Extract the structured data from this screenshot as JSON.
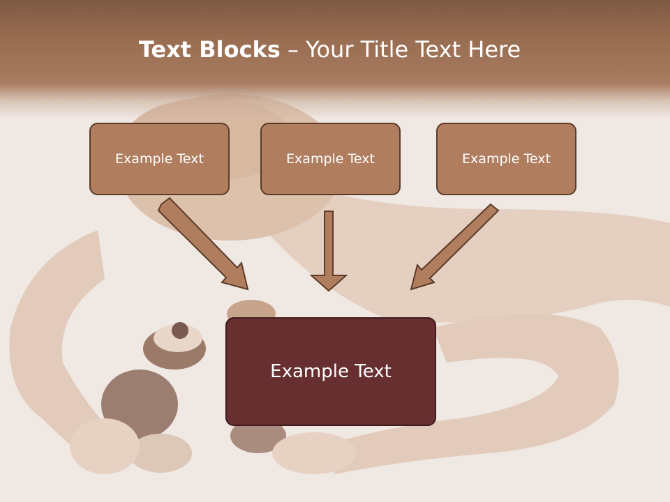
{
  "title": {
    "bold": "Text Blocks",
    "dash": " – ",
    "rest": "Your Title Text Here"
  },
  "boxes": [
    {
      "label": "Example Text"
    },
    {
      "label": "Example Text"
    },
    {
      "label": "Example Text"
    }
  ],
  "main_box": {
    "label": "Example Text"
  },
  "colors": {
    "header": "#9a6e52",
    "box_fill": "#b07e5f",
    "box_border": "#5c3b28",
    "main_fill": "#672f30",
    "arrow_fill": "#b07e5f"
  }
}
